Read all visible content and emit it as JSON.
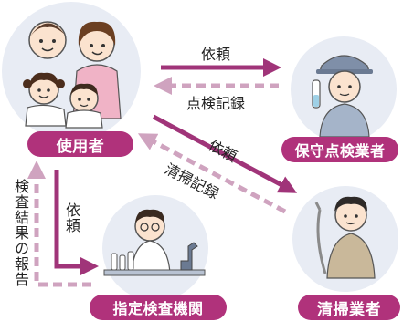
{
  "nodes": {
    "user": "使用者",
    "inspector": "保守点検業者",
    "lab": "指定検査機関",
    "cleaner": "清掃業者"
  },
  "arrows": {
    "user_to_inspector": "依頼",
    "inspector_to_user": "点検記録",
    "user_to_cleaner": "依頼",
    "cleaner_to_user": "清掃記録",
    "user_to_lab": "依頼",
    "lab_to_user": "検査結果の報告"
  },
  "colors": {
    "node_fill": "#b0327b",
    "solid_arrow": "#a03479",
    "dashed_arrow": "#cfa3bf",
    "circle_bg": "#e8ecf4"
  },
  "icons": {
    "user": "family-illustration",
    "inspector": "technician-with-test-tube",
    "lab": "scientist-with-microscope",
    "cleaner": "worker-with-hose"
  }
}
